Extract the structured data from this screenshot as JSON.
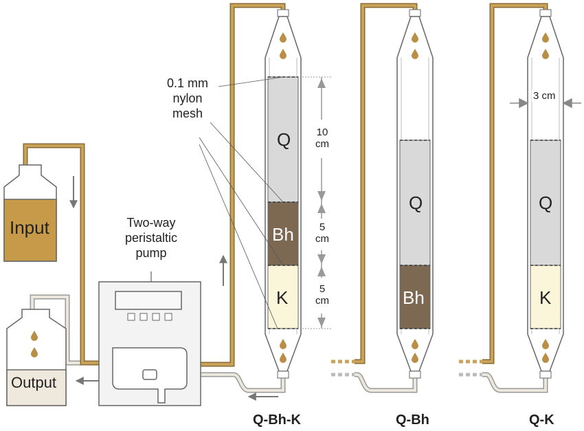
{
  "labels": {
    "input": "Input",
    "output": "Output",
    "pump": [
      "Two-way",
      "peristaltic",
      "pump"
    ],
    "mesh": [
      "0.1 mm",
      "nylon",
      "mesh"
    ],
    "column_width": "3 cm"
  },
  "columns": [
    {
      "title": "Q-Bh-K",
      "layers": [
        {
          "label": "Q",
          "type": "Q"
        },
        {
          "label": "Bh",
          "type": "Bh"
        },
        {
          "label": "K",
          "type": "K"
        }
      ],
      "dimensions": [
        {
          "value": "10",
          "unit": "cm"
        },
        {
          "value": "5",
          "unit": "cm"
        },
        {
          "value": "5",
          "unit": "cm"
        }
      ]
    },
    {
      "title": "Q-Bh",
      "layers": [
        {
          "label": "Q",
          "type": "Q"
        },
        {
          "label": "Bh",
          "type": "Bh"
        }
      ]
    },
    {
      "title": "Q-K",
      "layers": [
        {
          "label": "Q",
          "type": "Q"
        },
        {
          "label": "K",
          "type": "K"
        }
      ]
    }
  ],
  "colors": {
    "tube_in": "#c9a25a",
    "tube_out": "#e6e1d6",
    "liquid": "#c79a4a",
    "layer_Q": "#d9d9d9",
    "layer_Bh": "#7d6851",
    "layer_K": "#fbf6d9",
    "output_fill": "#efe8dc",
    "drop": "#b88f45"
  },
  "icons": [
    "flow-arrow-icon",
    "drop-icon"
  ]
}
